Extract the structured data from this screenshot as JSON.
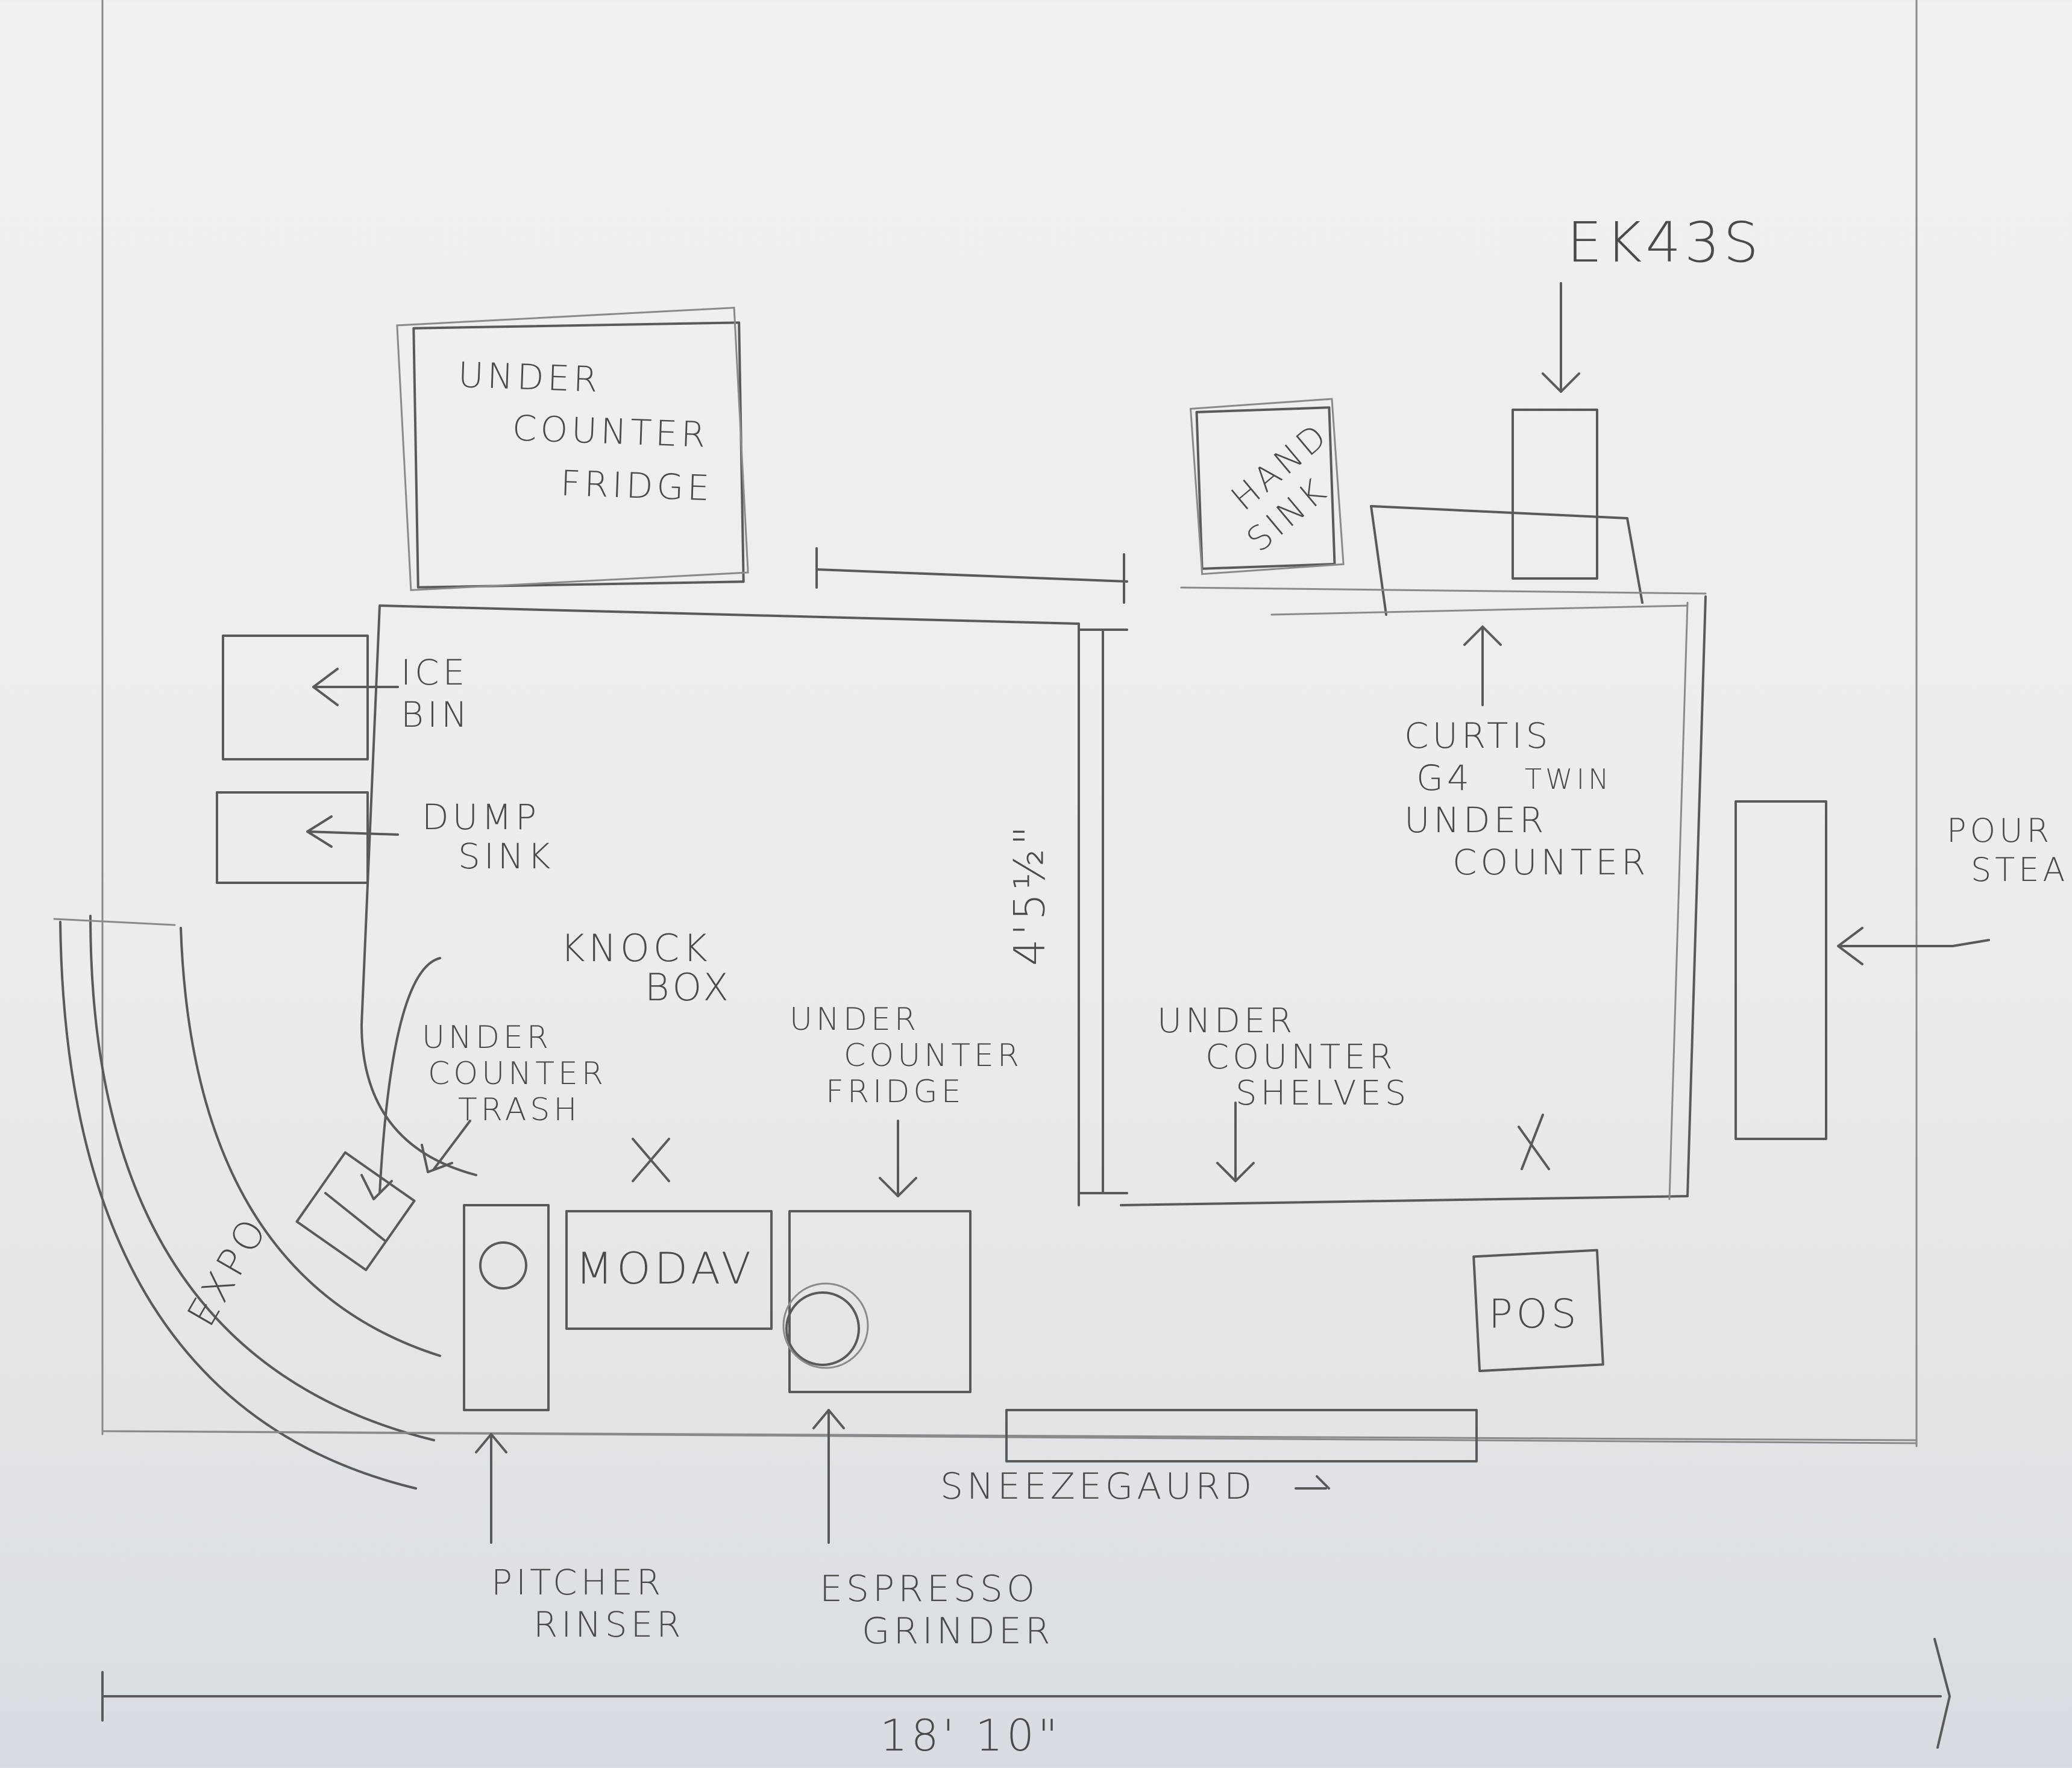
{
  "labels": {
    "ek43s": "EK43S",
    "under_counter_fridge_top": [
      "UNDER",
      "COUNTER",
      "FRIDGE"
    ],
    "hand_sink": [
      "HAND",
      "SINK"
    ],
    "ice_bin": [
      "ICE",
      "BIN"
    ],
    "dump_sink": [
      "DUMP",
      "SINK"
    ],
    "dimension_depth": "4'5½\"",
    "curtis": [
      "CURTIS",
      "G4",
      "TWIN",
      "UNDER",
      "COUNTER"
    ],
    "pour_steady": [
      "POUR",
      "STEADY"
    ],
    "knock_box": [
      "KNOCK",
      "BOX"
    ],
    "under_counter_trash": [
      "UNDER",
      "COUNTER",
      "TRASH"
    ],
    "under_counter_fridge_front": [
      "UNDER",
      "COUNTER",
      "FRIDGE"
    ],
    "under_counter_shelves": [
      "UNDER",
      "COUNTER",
      "SHELVES"
    ],
    "expo": "EXPO",
    "modbar": "MODAV",
    "pos": "POS",
    "sneezeguard": "SNEEZEGAURD",
    "pitcher_rinser": [
      "PITCHER",
      "RINSER"
    ],
    "espresso_grinder": [
      "ESPRESSO",
      "GRINDER"
    ],
    "dimension_width": "18' 10\""
  }
}
